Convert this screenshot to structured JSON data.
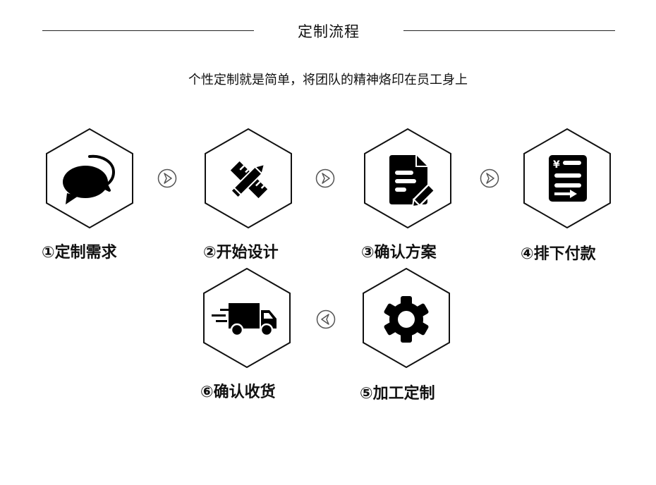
{
  "header": {
    "title": "定制流程",
    "subtitle": "个性定制就是简单，将团队的精神烙印在员工身上"
  },
  "steps": [
    {
      "label": "①定制需求",
      "icon": "chat-bubbles-icon"
    },
    {
      "label": "②开始设计",
      "icon": "pencil-ruler-icon"
    },
    {
      "label": "③确认方案",
      "icon": "document-edit-icon"
    },
    {
      "label": "④排下付款",
      "icon": "payment-list-icon"
    },
    {
      "label": "⑤加工定制",
      "icon": "gear-icon"
    },
    {
      "label": "⑥确认收货",
      "icon": "delivery-truck-icon"
    }
  ],
  "colors": {
    "stroke": "#111111",
    "icon": "#000000",
    "arrow": "#555555"
  }
}
